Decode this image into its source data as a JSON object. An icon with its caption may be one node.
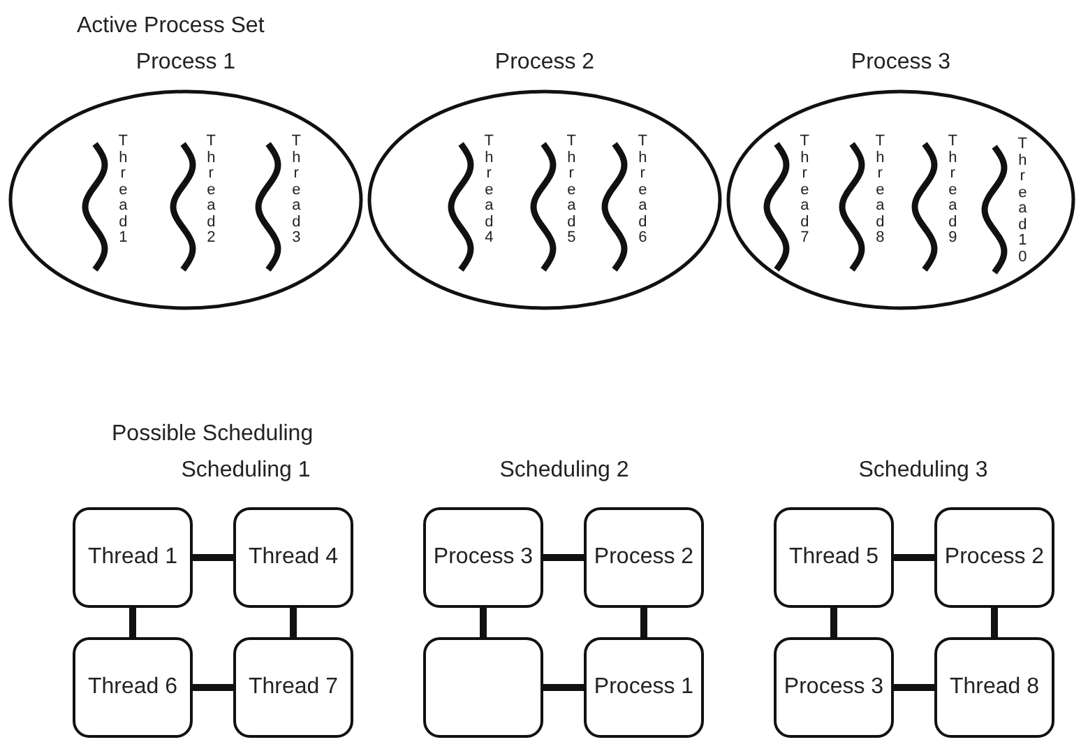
{
  "diagram": {
    "nodes": [
      {
        "text": [
          "Process 1"
        ]
      },
      {
        "text": [
          "Process 2"
        ]
      },
      {
        "text": [
          "Process 3"
        ]
      },
      {
        "text": [
          "Thread 1"
        ],
        "in": 0
      },
      {
        "text": [
          "Thread 2"
        ],
        "in": 0
      },
      {
        "text": [
          "Thread 3"
        ],
        "in": 0
      },
      {
        "text": [
          "Thread 4"
        ],
        "in": 1
      },
      {
        "text": [
          "Thread 5"
        ],
        "in": 1
      },
      {
        "text": [
          "Thread 6"
        ],
        "in": 1
      },
      {
        "text": [
          "Thread 7"
        ],
        "in": 2
      },
      {
        "text": [
          "Thread 8"
        ],
        "in": 2
      },
      {
        "text": [
          "Thread 9"
        ],
        "in": 2
      },
      {
        "text": [
          "Thread 10"
        ],
        "in": 2
      },
      {
        "text": [
          "Thread 1"
        ]
      },
      {
        "text": [
          "Thread 4"
        ]
      },
      {
        "text": [
          "Thread 6"
        ]
      },
      {
        "text": [
          "Thread 7"
        ]
      },
      {
        "text": [
          "Process 3"
        ]
      },
      {
        "text": [
          "Process 2"
        ]
      },
      {
        "text": [],
        "shape": "box"
      },
      {
        "text": [
          "Process 1"
        ]
      },
      {
        "text": [
          "Thread 5"
        ]
      },
      {
        "text": [
          "Process 2"
        ]
      },
      {
        "text": [
          "Process 3"
        ]
      },
      {
        "text": [
          "Thread 8"
        ]
      }
    ],
    "edges": [
      {
        "from": 13,
        "to": 14,
        "arrow": "none"
      },
      {
        "from": 13,
        "to": 15,
        "arrow": "none"
      },
      {
        "from": 14,
        "to": 16,
        "arrow": "none"
      },
      {
        "from": 15,
        "to": 16,
        "arrow": "none"
      },
      {
        "from": 17,
        "to": 18,
        "arrow": "none"
      },
      {
        "from": 17,
        "to": 19,
        "arrow": "none"
      },
      {
        "from": 18,
        "to": 20,
        "arrow": "none"
      },
      {
        "from": 19,
        "to": 20,
        "arrow": "none"
      },
      {
        "from": 21,
        "to": 22,
        "arrow": "none"
      },
      {
        "from": 21,
        "to": 23,
        "arrow": "none"
      },
      {
        "from": 22,
        "to": 24,
        "arrow": "none"
      },
      {
        "from": 23,
        "to": 24,
        "arrow": "none"
      }
    ],
    "labels": [
      "Active Process Set",
      "Possible Scheduling",
      "Scheduling 1",
      "Scheduling 2",
      "Scheduling 3"
    ]
  }
}
